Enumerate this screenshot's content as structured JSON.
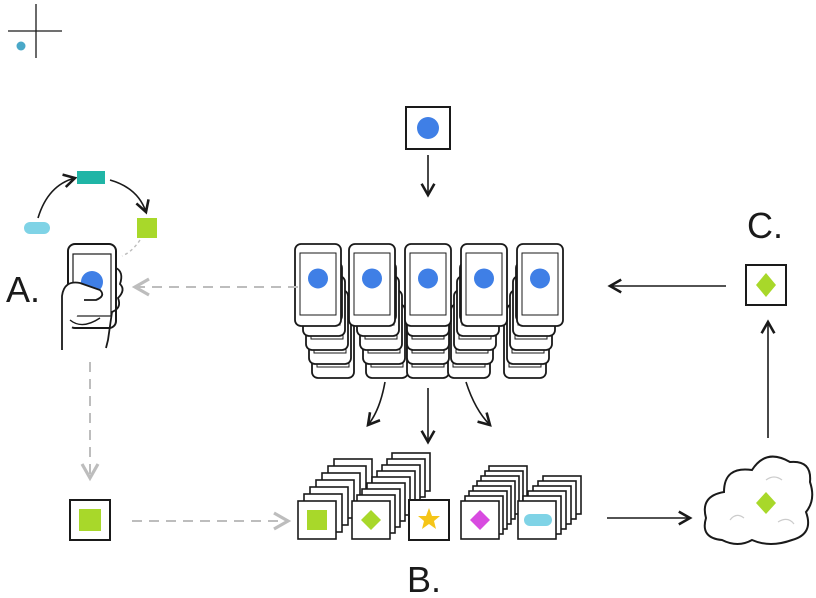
{
  "labels": {
    "a": "A.",
    "b": "B.",
    "c": "C."
  },
  "colors": {
    "blue_dot": "#3f7fe6",
    "teal_bar": "#20b5a6",
    "lime": "#a8d82a",
    "light_blue": "#7fd3e6",
    "yellow_star": "#f5c518",
    "magenta": "#d84be0",
    "ink": "#1a1a1a",
    "dashed": "#bdbdbd",
    "cross_dot": "#4aa8c8"
  },
  "icons": [
    "crosshair-icon",
    "phone-icon",
    "hand-icon",
    "cloud-icon",
    "star-icon",
    "diamond-icon"
  ]
}
